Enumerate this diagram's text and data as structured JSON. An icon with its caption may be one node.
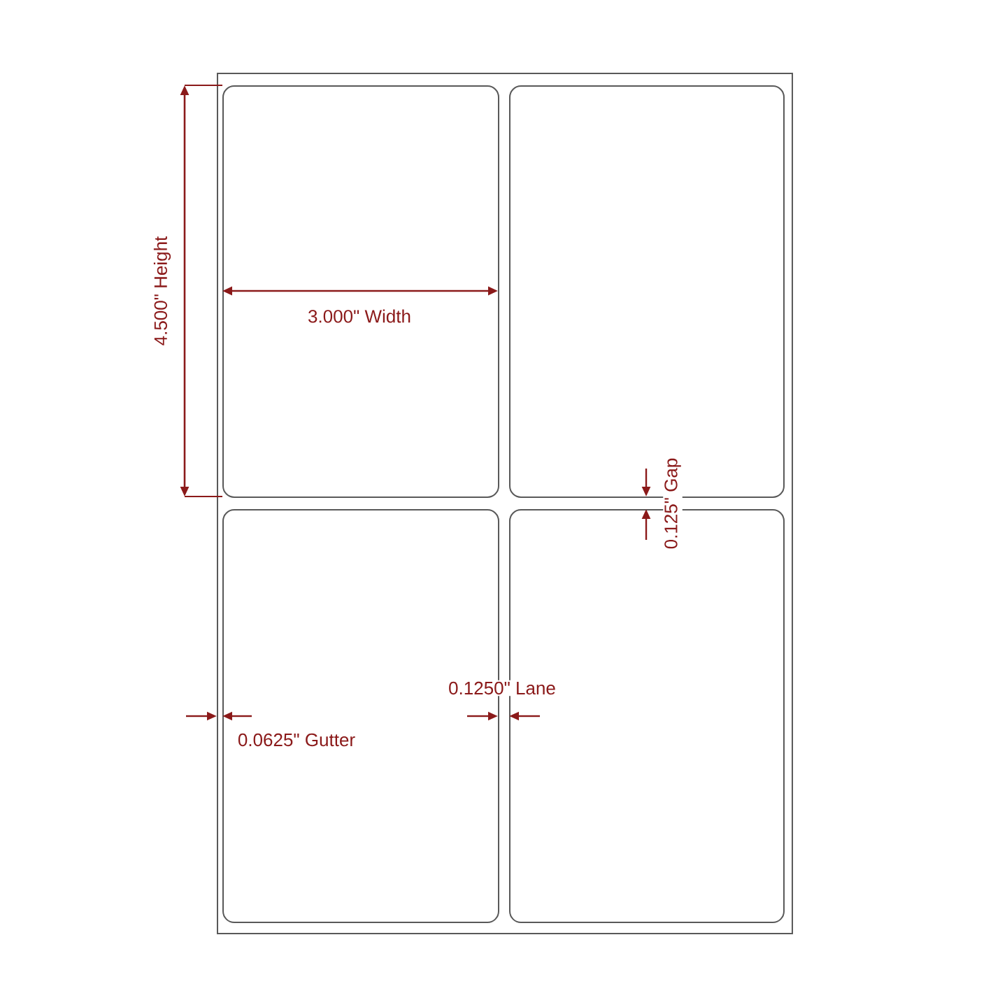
{
  "diagram": {
    "nodes": [
      {
        "text": [],
        "shape": "box"
      },
      {
        "text": [],
        "shape": "box",
        "in": 0
      },
      {
        "text": [],
        "shape": "box",
        "in": 0
      },
      {
        "text": [],
        "shape": "box",
        "in": 0
      },
      {
        "text": [],
        "shape": "box",
        "in": 0
      }
    ],
    "labels": [
      "4.500\" Height",
      "3.000\" Width",
      "0.125\" Gap",
      "0.1250\" Lane",
      "0.0625\" Gutter"
    ]
  }
}
